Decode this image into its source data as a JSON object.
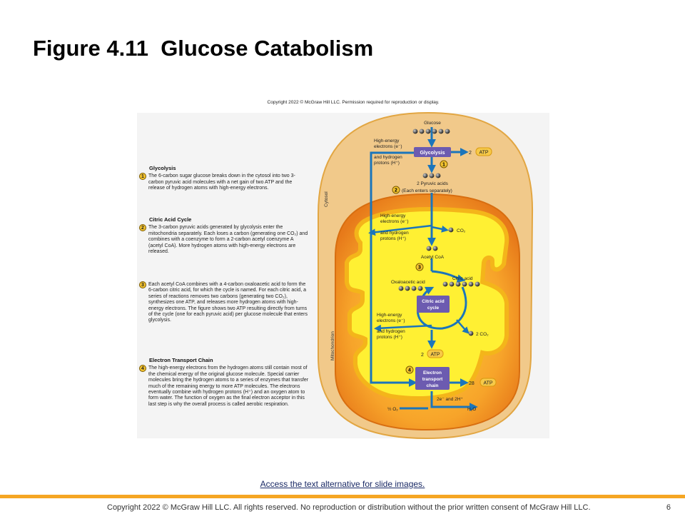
{
  "slide": {
    "title": "Figure 4.11  Glucose Catabolism",
    "figure_copyright": "Copyright 2022 © McGraw Hill LLC. Permission required for reproduction or display.",
    "access_link": "Access the text alternative for slide images.",
    "footer": "Copyright 2022 © McGraw Hill LLC. All rights reserved. No reproduction or distribution without the prior written consent of McGraw Hill LLC.",
    "page_number": "6"
  },
  "steps": [
    {
      "number": "1",
      "heading": "Glycolysis",
      "text": "The 6-carbon sugar glucose breaks down in the cytosol into two 3-carbon pyruvic acid molecules with a net gain of two ATP and the release of hydrogen atoms with high-energy electrons."
    },
    {
      "number": "2",
      "heading": "Citric Acid Cycle",
      "text": "The 3-carbon pyruvic acids generated by glycolysis enter the mitochondria separately. Each loses a carbon (generating one CO₂) and combines with a coenzyme to form a 2-carbon acetyl coenzyme A (acetyl CoA). More hydrogen atoms with high-energy electrons are released."
    },
    {
      "number": "3",
      "heading": "",
      "text": "Each acetyl CoA combines with a 4-carbon oxaloacetic acid to form the 6-carbon citric acid, for which the cycle is named. For each citric acid, a series of reactions removes two carbons (generating two CO₂), synthesizes one ATP, and releases more hydrogen atoms with high-energy electrons. The figure shows two ATP resulting directly from turns of the cycle (one for each pyruvic acid) per glucose molecule that enters glycolysis."
    },
    {
      "number": "4",
      "heading": "Electron Transport Chain",
      "text": "The high-energy electrons from the hydrogen atoms still contain most of the chemical energy of the original glucose molecule. Special carrier molecules bring the hydrogen atoms to a series of enzymes that transfer much of the remaining energy to more ATP molecules. The electrons eventually combine with hydrogen protons (H⁺) and an oxygen atom to form water. The function of oxygen as the final electron acceptor in this last step is why the overall process is called aerobic respiration."
    }
  ],
  "diagram": {
    "glucose": "Glucose",
    "glycolysis": "Glycolysis",
    "glycolysis_atp_count": "2",
    "atp": "ATP",
    "electrons_1": "High-energy",
    "electrons_2": "electrons (e⁻)",
    "protons_1": "and hydrogen",
    "protons_2": "protons (H⁺)",
    "pyruvic": "2 Pyruvic acids",
    "each_enters": "(Each enters separately)",
    "cytosol": "Cytosol",
    "mitochondrion": "Mitochondrion",
    "co2": "CO₂",
    "acetyl": "Acetyl CoA",
    "citric_acid": "Citric acid",
    "oxaloacetic": "Oxaloacetic acid",
    "cycle_1": "Citric acid",
    "cycle_2": "cycle",
    "two_co2": "2 CO₂",
    "cycle_atp_count": "2",
    "etc_1": "Electron",
    "etc_2": "transport",
    "etc_3": "chain",
    "etc_atp_count": "28",
    "two_e": "2e⁻ and 2H⁺",
    "half_o2": "½ O₂",
    "water": "H₂O",
    "step_numbers": [
      "1",
      "2",
      "3",
      "4"
    ]
  },
  "colors": {
    "cytosol": "#f0c887",
    "mito_outer": "#f08a1e",
    "mito_inner": "#ffe838",
    "arrow": "#1b75bb",
    "enzyme_box": "#6c5bb0",
    "atp": "#f7c948",
    "footer_bar": "#f5a623"
  }
}
